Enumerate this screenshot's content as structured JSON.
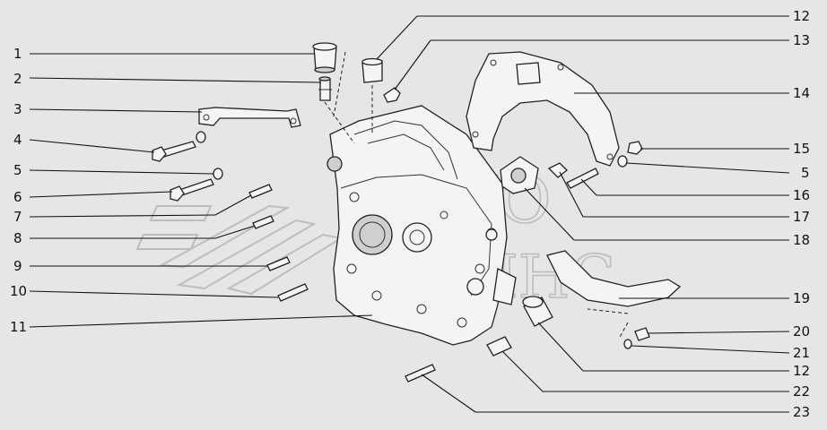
{
  "watermark": {
    "line1": "АВТО",
    "line2": "АЛЬЯНС"
  },
  "callouts": {
    "left": [
      "1",
      "2",
      "3",
      "4",
      "5",
      "6",
      "7",
      "8",
      "9",
      "10",
      "11"
    ],
    "right": [
      "12",
      "13",
      "14",
      "15",
      "5",
      "16",
      "17",
      "18",
      "19",
      "20",
      "21",
      "12",
      "22",
      "23"
    ]
  },
  "colors": {
    "background": "#e6e6e6",
    "line": "#111111",
    "watermark": "#bcbcbc"
  }
}
